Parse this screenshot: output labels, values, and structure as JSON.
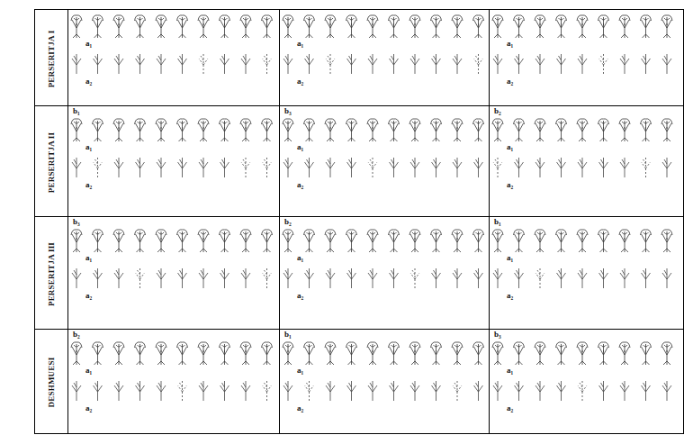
{
  "diagram": {
    "nodes": [
      {
        "text": [
          "PERSERITJA I"
        ]
      },
      {
        "text": [
          "a₁",
          "a₂"
        ],
        "in": 0
      },
      {
        "text": [
          "a₁",
          "a₂"
        ],
        "in": 0
      },
      {
        "text": [
          "a₁",
          "a₂"
        ],
        "in": 0
      },
      {
        "text": [
          "PERSERITJA II"
        ]
      },
      {
        "text": [
          "b₁",
          "a₁",
          "a₂"
        ],
        "in": 4
      },
      {
        "text": [
          "b₃",
          "a₁",
          "a₂"
        ],
        "in": 4
      },
      {
        "text": [
          "b₂",
          "a₁",
          "a₂"
        ],
        "in": 4
      },
      {
        "text": [
          "PERSERITJA III"
        ]
      },
      {
        "text": [
          "b₃",
          "a₁",
          "a₂"
        ],
        "in": 8
      },
      {
        "text": [
          "b₂",
          "a₁",
          "a₂"
        ],
        "in": 8
      },
      {
        "text": [
          "b₁",
          "a₁",
          "a₂"
        ],
        "in": 8
      },
      {
        "text": [
          "DESHMUESI"
        ]
      },
      {
        "text": [
          "b₂",
          "a₁",
          "a₂"
        ],
        "in": 12
      },
      {
        "text": [
          "b₁",
          "a₁",
          "a₂"
        ],
        "in": 12
      },
      {
        "text": [
          "b₃",
          "a₁",
          "a₂"
        ],
        "in": 12
      }
    ]
  }
}
